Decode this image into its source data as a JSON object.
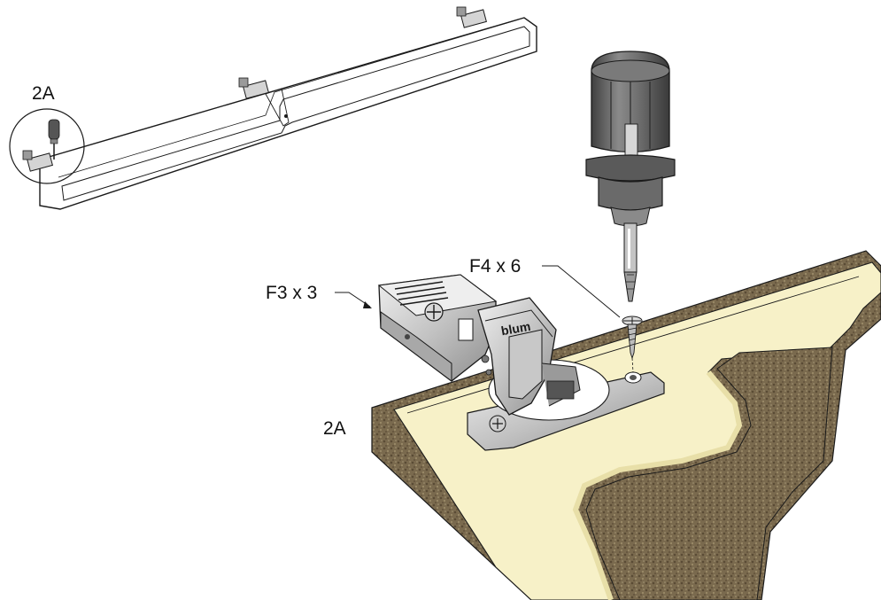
{
  "labels": {
    "overview_callout": "2A",
    "hinge_fastener": "F3 x 3",
    "plate_fastener": "F4 x 6",
    "detail_callout": "2A"
  },
  "brand": {
    "hinge_logo": "blum"
  },
  "colors": {
    "line": "#1a1a1a",
    "panel_cream": "#f7f1c8",
    "panel_edge": "#7a6a4e",
    "panel_edge_dark": "#5a4b35",
    "metal_light": "#e6e6e6",
    "metal_mid": "#b9b9b9",
    "metal_dark": "#7c7c7c",
    "screwdriver_handle": "#6f6f6f",
    "screwdriver_handle_dark": "#3f3f3f"
  }
}
